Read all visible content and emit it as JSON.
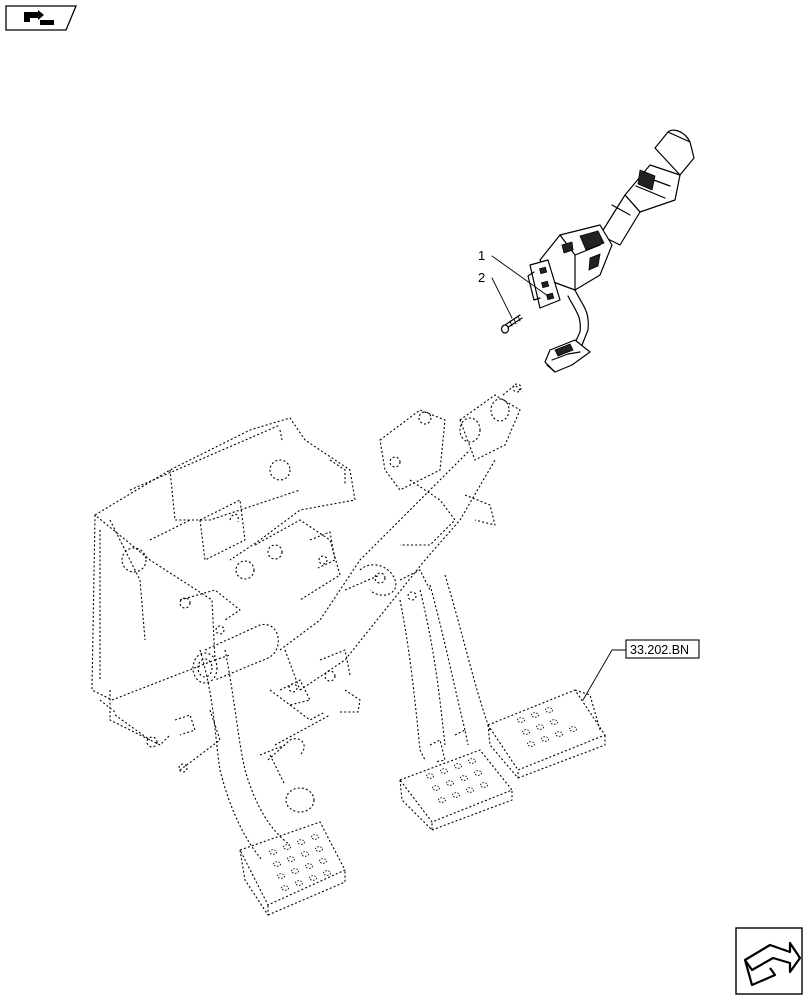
{
  "callouts": {
    "item1": "1",
    "item2": "2"
  },
  "reference": {
    "label": "33.202.BN"
  },
  "icons": {
    "top_left": "drawing-type-icon",
    "bottom_right": "navigation-return-icon"
  }
}
